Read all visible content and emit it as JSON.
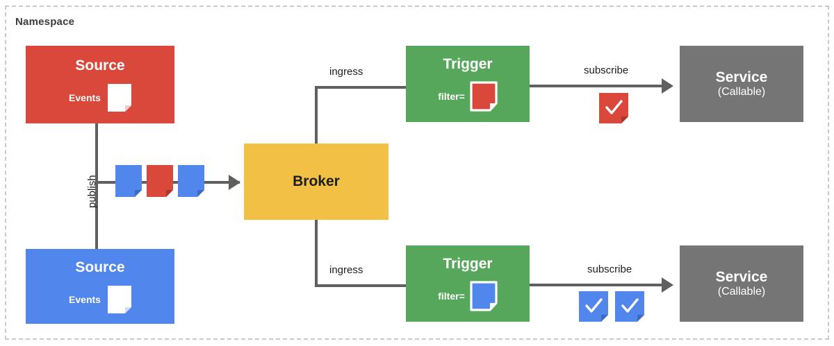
{
  "namespace": {
    "label": "Namespace"
  },
  "colors": {
    "red": "#d9483b",
    "blue": "#5186ec",
    "green": "#56a75c",
    "yellow": "#f2c044",
    "gray": "#757575",
    "connector": "#5f5f5f",
    "frame": "#c9c9c9",
    "text_dark": "#1d1d1d"
  },
  "nodes": {
    "source_red": {
      "title": "Source",
      "events_label": "Events",
      "icon": "document-icon",
      "color": "#d9483b"
    },
    "source_blue": {
      "title": "Source",
      "events_label": "Events",
      "icon": "document-icon",
      "color": "#5186ec"
    },
    "broker": {
      "title": "Broker",
      "color": "#f2c044"
    },
    "trigger_top": {
      "title": "Trigger",
      "filter_label": "filter=",
      "filter_icon": "document-icon",
      "filter_color": "#d9483b",
      "color": "#56a75c"
    },
    "trigger_bottom": {
      "title": "Trigger",
      "filter_label": "filter=",
      "filter_icon": "document-icon",
      "filter_color": "#5186ec",
      "color": "#56a75c"
    },
    "service_top": {
      "title": "Service",
      "subtitle": "(Callable)",
      "color": "#757575"
    },
    "service_bottom": {
      "title": "Service",
      "subtitle": "(Callable)",
      "color": "#757575"
    }
  },
  "edges": {
    "publish": {
      "label": "publish",
      "orientation": "vertical"
    },
    "ingress_top": {
      "label": "ingress"
    },
    "ingress_bottom": {
      "label": "ingress"
    },
    "subscribe_top": {
      "label": "subscribe"
    },
    "subscribe_bottom": {
      "label": "subscribe"
    }
  },
  "event_chips": [
    {
      "color": "#5186ec",
      "icon": "document-icon"
    },
    {
      "color": "#d9483b",
      "icon": "document-icon"
    },
    {
      "color": "#5186ec",
      "icon": "document-icon"
    }
  ],
  "check_badges_top": [
    {
      "color": "#d9483b",
      "icon": "check-document-icon",
      "glyph": "✓"
    }
  ],
  "check_badges_bottom": [
    {
      "color": "#5186ec",
      "icon": "check-document-icon",
      "glyph": "✓"
    },
    {
      "color": "#5186ec",
      "icon": "check-document-icon",
      "glyph": "✓"
    }
  ]
}
